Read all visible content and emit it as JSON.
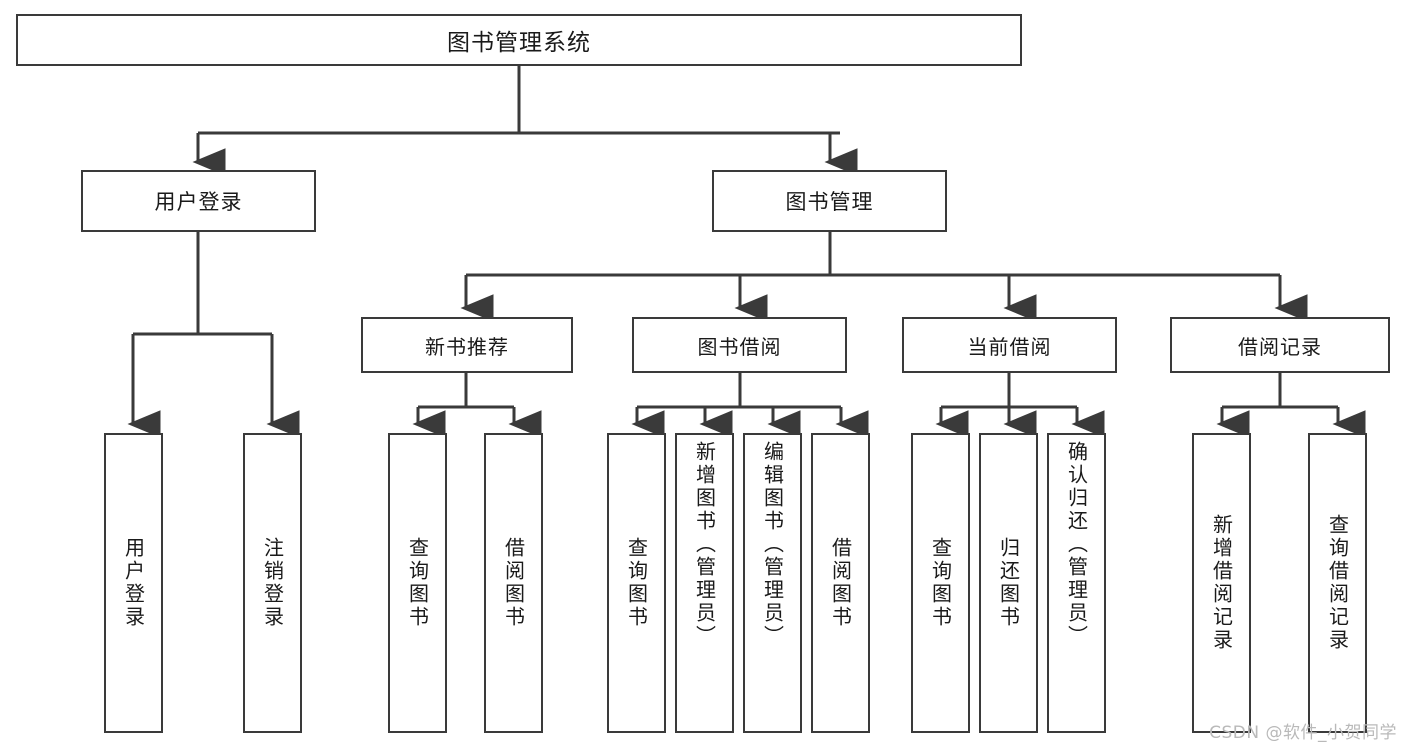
{
  "diagram": {
    "title": "图书管理系统",
    "type": "tree",
    "root": {
      "label": "图书管理系统"
    },
    "level2": [
      {
        "label": "用户登录"
      },
      {
        "label": "图书管理"
      }
    ],
    "level3": [
      {
        "label": "新书推荐"
      },
      {
        "label": "图书借阅"
      },
      {
        "label": "当前借阅"
      },
      {
        "label": "借阅记录"
      }
    ],
    "leaves": {
      "user_login": [
        {
          "label": "用户登录"
        },
        {
          "label": "注销登录"
        }
      ],
      "new_book_recommend": [
        {
          "label": "查询图书"
        },
        {
          "label": "借阅图书"
        }
      ],
      "book_borrow": [
        {
          "label": "查询图书"
        },
        {
          "label": "新增图书（管理员）"
        },
        {
          "label": "编辑图书（管理员）"
        },
        {
          "label": "借阅图书"
        }
      ],
      "current_borrow": [
        {
          "label": "查询图书"
        },
        {
          "label": "归还图书"
        },
        {
          "label": "确认归还（管理员）"
        }
      ],
      "borrow_record": [
        {
          "label": "新增借阅记录"
        },
        {
          "label": "查询借阅记录"
        }
      ]
    }
  },
  "watermark": {
    "text": "CSDN @软件_小贺同学"
  },
  "colors": {
    "border": "#3a3a3a",
    "background": "#ffffff",
    "text": "#1a1a1a",
    "watermark": "#b9b9b9"
  }
}
